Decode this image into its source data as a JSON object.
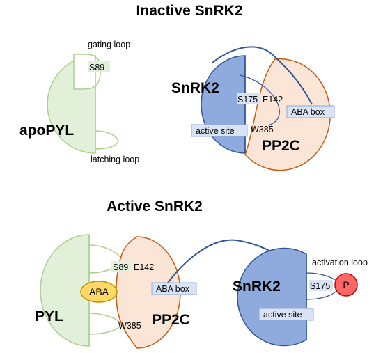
{
  "inactive": {
    "title": "Inactive SnRK2",
    "apopyl_label": "apoPYL",
    "gating_loop": "gating loop",
    "s89": "S89",
    "latching_loop": "latching  loop",
    "snrk2_label": "SnRK2",
    "s175": "S175",
    "e142": "E142",
    "aba_box": "ABA box",
    "active_site": "active site",
    "w385": "W385",
    "pp2c_label": "PP2C"
  },
  "active": {
    "title": "Active SnRK2",
    "pyl_label": "PYL",
    "s89": "S89",
    "e142": "E142",
    "aba": "ABA",
    "aba_box": "ABA box",
    "w385": "W385",
    "pp2c_label": "PP2C",
    "snrk2_label": "SnRK2",
    "activation_loop": "activation loop",
    "s175": "S175",
    "p": "P",
    "active_site": "active site"
  },
  "colors": {
    "pyl_fill": "#e2f0d9",
    "pyl_stroke": "#a9d18e",
    "snrk2_fill": "#8faadc",
    "snrk2_stroke": "#2f5597",
    "pp2c_fill": "#fbe5d6",
    "pp2c_stroke": "#c55a11",
    "label_box": "#dae3f3",
    "label_box_stroke": "#8faadc",
    "aba_fill": "#ffd966",
    "aba_stroke": "#bf9000",
    "p_fill": "#ff6666",
    "p_stroke": "#c00000"
  }
}
